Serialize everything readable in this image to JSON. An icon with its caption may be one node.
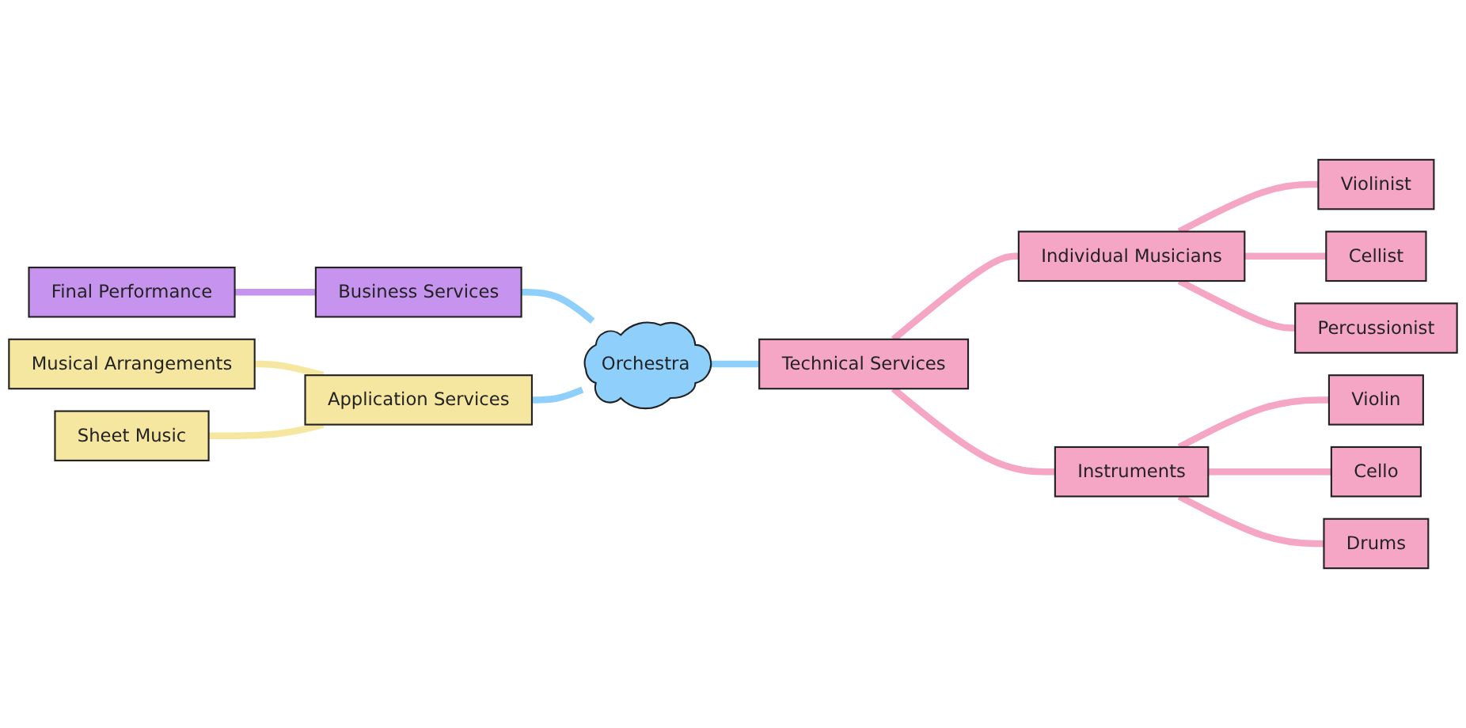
{
  "diagram": {
    "nodes": [
      {
        "text": [
          "Orchestra"
        ]
      },
      {
        "text": [
          "Technical Services"
        ]
      },
      {
        "text": [
          "Individual Musicians"
        ]
      },
      {
        "text": [
          "Violinist"
        ]
      },
      {
        "text": [
          "Cellist"
        ]
      },
      {
        "text": [
          "Percussionist"
        ]
      },
      {
        "text": [
          "Instruments"
        ]
      },
      {
        "text": [
          "Violin"
        ]
      },
      {
        "text": [
          "Cello"
        ]
      },
      {
        "text": [
          "Drums"
        ]
      },
      {
        "text": [
          "Business Services"
        ]
      },
      {
        "text": [
          "Final Performance"
        ]
      },
      {
        "text": [
          "Application Services"
        ]
      },
      {
        "text": [
          "Musical Arrangements"
        ]
      },
      {
        "text": [
          "Sheet Music"
        ]
      }
    ],
    "edges": [
      {
        "from": 0,
        "to": 1,
        "arrow": "none",
        "color": "#8fcffb"
      },
      {
        "from": 1,
        "to": 2,
        "arrow": "none"
      },
      {
        "from": 2,
        "to": 3,
        "arrow": "none"
      },
      {
        "from": 2,
        "to": 4,
        "arrow": "none"
      },
      {
        "from": 2,
        "to": 5,
        "arrow": "none"
      },
      {
        "from": 1,
        "to": 6,
        "arrow": "none"
      },
      {
        "from": 6,
        "to": 7,
        "arrow": "none"
      },
      {
        "from": 6,
        "to": 8,
        "arrow": "none"
      },
      {
        "from": 6,
        "to": 9,
        "arrow": "none"
      },
      {
        "from": 10,
        "to": 0,
        "arrow": "none",
        "color": "#8fcffb"
      },
      {
        "from": 11,
        "to": 10,
        "arrow": "none",
        "color": "#c693ee"
      },
      {
        "from": 12,
        "to": 0,
        "arrow": "none",
        "color": "#8fcffb"
      },
      {
        "from": 13,
        "to": 12,
        "arrow": "none",
        "color": "#f5e6a0"
      },
      {
        "from": 14,
        "to": 12,
        "arrow": "none",
        "color": "#f5e6a0"
      }
    ]
  }
}
